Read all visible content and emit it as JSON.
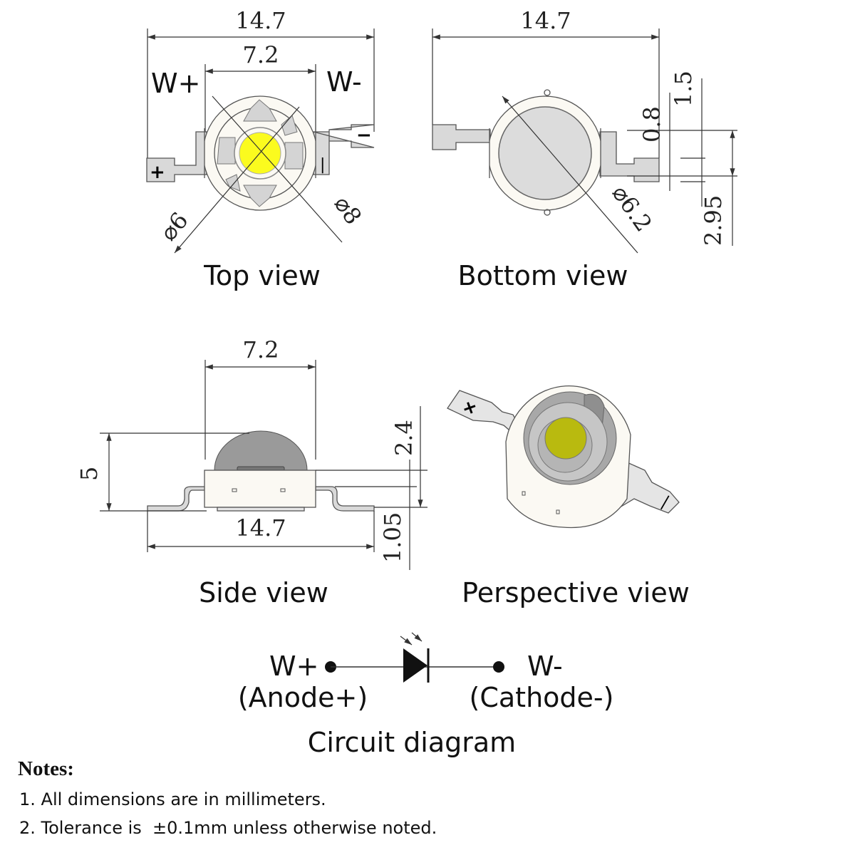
{
  "colors": {
    "body": "#fbf9f3",
    "metal": "#d9d9d9",
    "lens_grey": "#cfcfcf",
    "chip_top": "#fbfb1e",
    "chip_perspective": "#b9ba0f",
    "dome": "#9a9a9a"
  },
  "top_view": {
    "title": "Top view",
    "overall_width": "14.7",
    "body_width": "7.2",
    "anode_label": "W+",
    "cathode_label": "W-",
    "inner_diameter": "⌀6",
    "outer_diameter": "⌀8",
    "plus_mark": "+",
    "minus_mark": "−",
    "minus_mark_vertical": "|"
  },
  "bottom_view": {
    "title": "Bottom view",
    "overall_width": "14.7",
    "diameter": "⌀6.2",
    "lead_offset": "0.8",
    "lead_width": "1.5",
    "lead_height": "2.95"
  },
  "side_view": {
    "title": "Side view",
    "body_width": "7.2",
    "total_height": "5",
    "dome_height": "2.4",
    "overall_width": "14.7",
    "lead_height": "1.05"
  },
  "perspective_view": {
    "title": "Perspective view",
    "plus_mark": "+",
    "minus_mark": "|"
  },
  "circuit": {
    "title": "Circuit diagram",
    "anode": "W+",
    "anode_desc": "(Anode+)",
    "cathode": "W-",
    "cathode_desc": "(Cathode-)"
  },
  "notes": {
    "title": "Notes:",
    "items": [
      "1. All dimensions are in millimeters.",
      "2. Tolerance is  ±0.1mm unless otherwise noted."
    ]
  }
}
